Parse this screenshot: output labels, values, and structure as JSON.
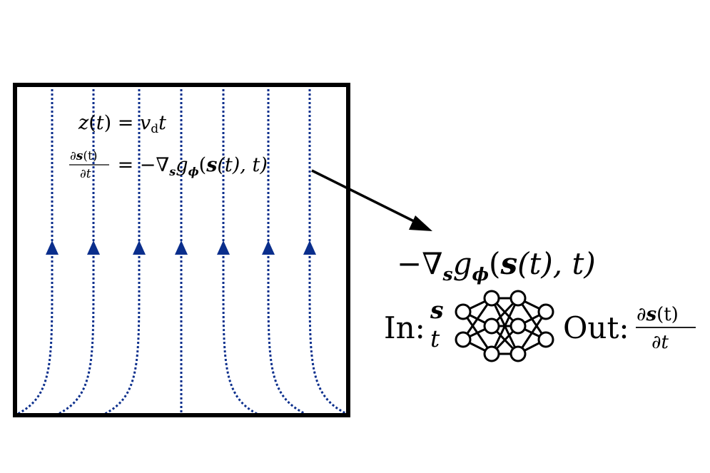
{
  "colors": {
    "field_line": "#0a2e8c",
    "arrow_fill": "#0a2e8c",
    "ink": "#000000",
    "background": "#ffffff"
  },
  "box": {
    "equation_z": {
      "z": "z",
      "open": "(",
      "t": "t",
      "close": ")",
      "eq": " = ",
      "v": "v",
      "sub": "d",
      "t2": "t"
    },
    "equation_ds": {
      "num_d": "∂",
      "num_s": "s",
      "num_t": "(t)",
      "den_d": "∂",
      "den_t": "t",
      "rhs_eq": " = −∇",
      "rhs_s": "s",
      "rhs_g": "g",
      "rhs_phi": "ϕ",
      "rhs_open": "(",
      "rhs_s2": "s",
      "rhs_rest": "(t), t)"
    }
  },
  "network": {
    "title": {
      "prefix": "−∇",
      "s": "s",
      "g": "g",
      "phi": "ϕ",
      "open": "(",
      "s2": "s",
      "rest": "(t), t)"
    },
    "input_label": "In:",
    "input_s": "s",
    "input_t": "t",
    "output_label": "Out:",
    "output_num_d": "∂",
    "output_num_s": "s",
    "output_num_t": "(t)",
    "output_den": "∂t"
  }
}
